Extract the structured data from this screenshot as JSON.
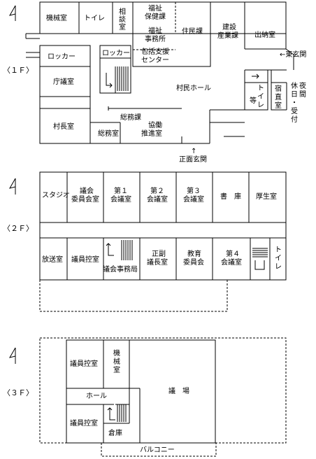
{
  "floor1": {
    "label": "〈１Ｆ〉",
    "rooms": {
      "machine": "機械室",
      "toilet": "トイレ",
      "consult": "相談室",
      "welfare_health_1": "福祉",
      "welfare_health_2": "保健課",
      "welfare_office_1": "福祉",
      "welfare_office_2": "事務所",
      "support_center_1": "包括支援",
      "support_center_2": "センター",
      "residents": "住民課",
      "construction_1": "建設",
      "construction_2": "産業課",
      "treasury": "出納室",
      "locker_left": "ロッカー",
      "locker_right": "ロッカー",
      "council_room": "庁議室",
      "village_hall": "村民ホール",
      "toilet_right_1": "ト",
      "toilet_right_2": "イ",
      "toilet_right_3": "レ",
      "toilet_right_4": "等",
      "night_duty_1": "宿",
      "night_duty_2": "直",
      "night_duty_3": "室",
      "night_reception": "休夜間日受付",
      "general_affairs_div": "総務課",
      "cooperation_1": "協働",
      "cooperation_2": "推進室",
      "general_affairs_room": "総務室",
      "mayor": "村長室"
    },
    "east_entrance": "←東玄関",
    "main_entrance_arrow": "↑",
    "main_entrance": "正面玄関"
  },
  "floor2": {
    "label": "〈２Ｆ〉",
    "rooms": {
      "studio": "スタジオ",
      "committee_1": "議会",
      "committee_2": "委員会室",
      "meeting1_1": "第１",
      "meeting1_2": "会議室",
      "meeting2_1": "第２",
      "meeting2_2": "会議室",
      "meeting3_1": "第３",
      "meeting3_2": "会議室",
      "library": "書　庫",
      "welfare": "厚生室",
      "broadcast": "放送室",
      "member_wait": "議員控室",
      "assembly_office": "議会事務局",
      "chair_1": "正副",
      "chair_2": "議長室",
      "education_1": "教育",
      "education_2": "委員会",
      "meeting4_1": "第４",
      "meeting4_2": "会議室",
      "toilet_1": "ト",
      "toilet_2": "イ",
      "toilet_3": "レ"
    }
  },
  "floor3": {
    "label": "〈３Ｆ〉",
    "rooms": {
      "member_wait_top": "議員控室",
      "machine_1": "機",
      "machine_2": "械",
      "machine_3": "室",
      "hall": "ホール",
      "assembly_hall": "議　場",
      "member_wait_bottom": "議員控室",
      "storage": "倉庫",
      "balcony": "バルコニー"
    }
  },
  "north_icon": "north-arrow-icon"
}
